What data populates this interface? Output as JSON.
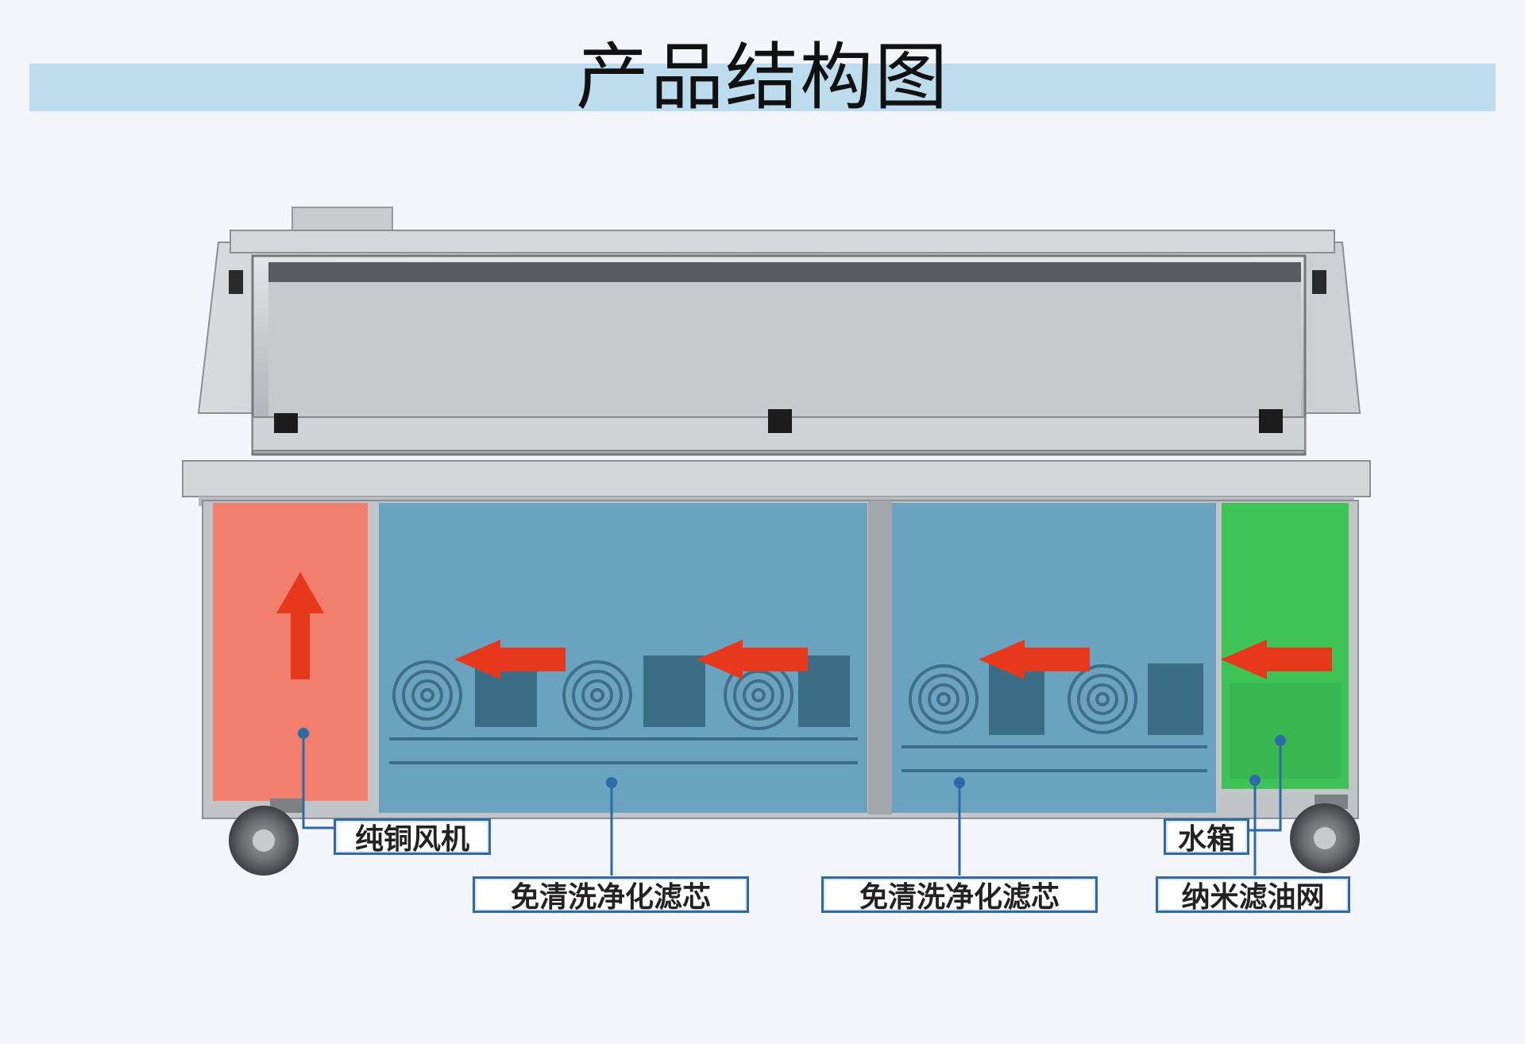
{
  "title": "产品结构图",
  "labels": {
    "fan": "纯铜风机",
    "filter_left": "免清洗净化滤芯",
    "filter_right": "免清洗净化滤芯",
    "water_tank": "水箱",
    "oil_mesh": "纳米滤油网"
  },
  "colors": {
    "title_band": "#bddcee",
    "fan_zone": "#f47a68",
    "filter_zone": "#6aa3bf",
    "tank_zone": "#3ec357",
    "arrow": "#e8381b",
    "leader": "#2e6aa8"
  }
}
